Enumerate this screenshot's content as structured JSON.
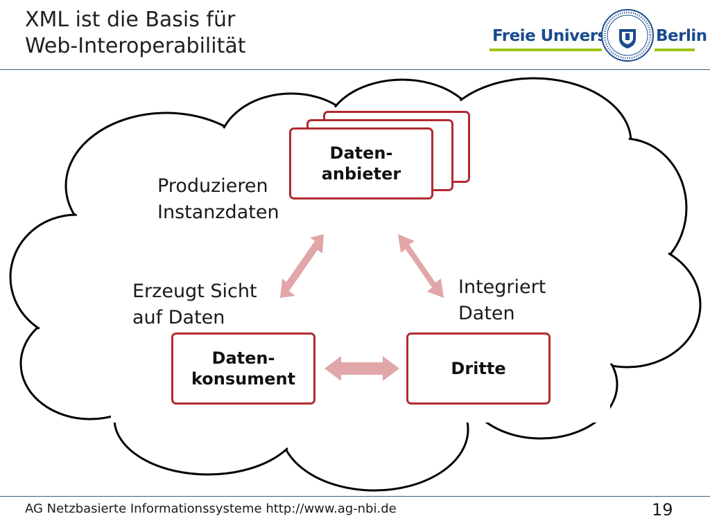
{
  "slide": {
    "title_line1": "XML ist die Basis für",
    "title_line2": "Web-Interoperabilität"
  },
  "logo": {
    "text_left": "Freie Universität",
    "text_right": "Berlin",
    "brand_blue": "#1a4b8c",
    "brand_green": "#9fc316"
  },
  "diagram": {
    "nodes": {
      "anbieter_line1": "Daten-",
      "anbieter_line2": "anbieter",
      "konsument_line1": "Daten-",
      "konsument_line2": "konsument",
      "dritte": "Dritte"
    },
    "labels": {
      "produzieren": "Produzieren\nInstanzdaten",
      "erzeugt": "Erzeugt Sicht\nauf Daten",
      "integriert": "Integriert\nDaten"
    },
    "colors": {
      "box_border": "#b02a30",
      "arrow_fill": "#e1a7a8",
      "cloud_stroke": "#000000"
    }
  },
  "footer": {
    "text": "AG Netzbasierte Informationssysteme http://www.ag-nbi.de",
    "page_number": "19"
  }
}
